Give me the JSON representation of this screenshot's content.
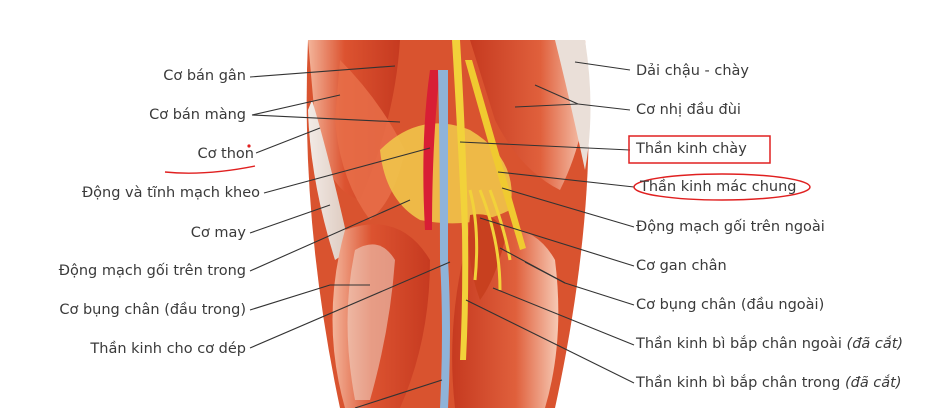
{
  "diagram": {
    "left_labels": [
      {
        "id": "semitendinosus",
        "text": "Cơ bán gân"
      },
      {
        "id": "semimembranosus",
        "text": "Cơ bán màng"
      },
      {
        "id": "gracilis",
        "text": "Cơ thon"
      },
      {
        "id": "popliteal-vessels",
        "text": "Động và tĩnh mạch kheo"
      },
      {
        "id": "sartorius",
        "text": "Cơ may"
      },
      {
        "id": "sup-medial-genicular",
        "text": "Động mạch gối trên trong"
      },
      {
        "id": "gastrocnemius-medial",
        "text": "Cơ bụng chân (đầu trong)"
      },
      {
        "id": "nerve-to-soleus",
        "text": "Thần kinh cho cơ dép"
      }
    ],
    "right_labels": [
      {
        "id": "iliotibial-tract",
        "text": "Dải chậu - chày"
      },
      {
        "id": "biceps-femoris",
        "text": "Cơ nhị đầu đùi"
      },
      {
        "id": "tibial-nerve",
        "text": "Thần kinh chày"
      },
      {
        "id": "common-fibular-nerve",
        "text": "Thần kinh mác chung"
      },
      {
        "id": "sup-lateral-genicular",
        "text": "Động mạch gối trên ngoài"
      },
      {
        "id": "plantaris",
        "text": "Cơ gan chân"
      },
      {
        "id": "gastrocnemius-lateral",
        "text": "Cơ bụng chân (đầu ngoài)"
      },
      {
        "id": "lateral-sural-nerve",
        "text": "Thần kinh bì bắp chân ngoài",
        "note": "(đã cắt)"
      },
      {
        "id": "medial-sural-nerve",
        "text": "Thần kinh bì bắp chân trong",
        "note": "(đã cắt)"
      }
    ],
    "colors": {
      "muscle": "#d84a2a",
      "muscle_light": "#ea7a55",
      "tendon": "#e8ddd6",
      "nerve": "#f2d23a",
      "artery": "#d81e35",
      "vein": "#8fb3d8",
      "fat": "#f0c84a",
      "line": "#333333",
      "annotation": "#e02020"
    }
  }
}
